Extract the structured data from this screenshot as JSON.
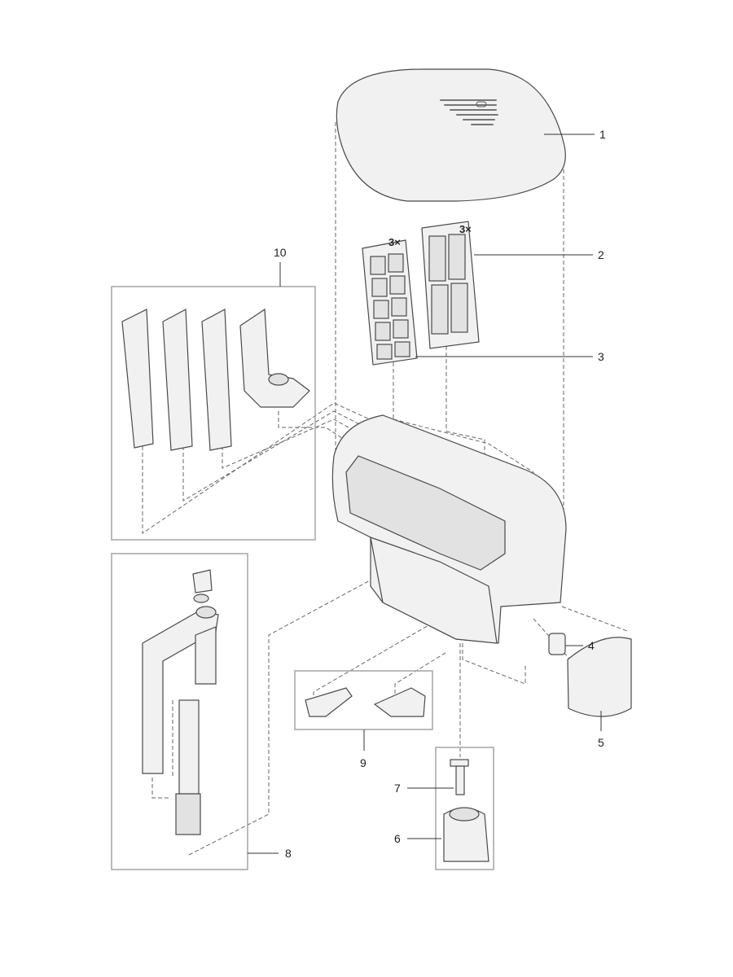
{
  "callouts": {
    "c1": "1",
    "c2": "2",
    "c3": "3",
    "c4": "4",
    "c5": "5",
    "c6": "6",
    "c7": "7",
    "c8": "8",
    "c9": "9",
    "c10": "10"
  },
  "quantities": {
    "filter_large": "3×",
    "filter_small": "3×"
  }
}
